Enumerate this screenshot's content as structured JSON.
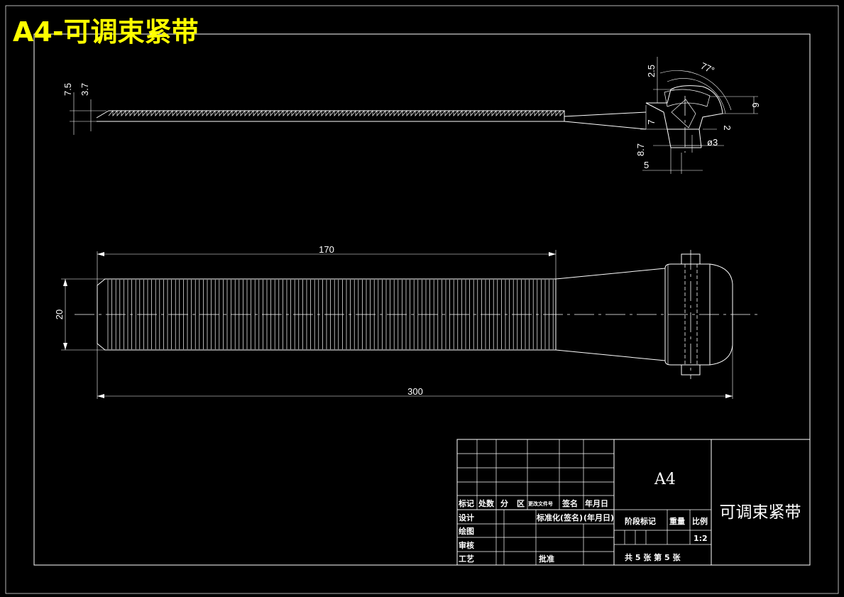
{
  "banner": {
    "title": "A4-可调束紧带"
  },
  "side_view": {
    "dims": {
      "d75": "7.5",
      "d37": "3.7",
      "d25": "2.5",
      "angle": "77°",
      "d6": "6",
      "d7": "7",
      "d2": "2",
      "d87": "8.7",
      "phi3": "ø3",
      "d5": "5"
    }
  },
  "plan_view": {
    "dims": {
      "d170": "170",
      "d20": "20",
      "d300": "300"
    }
  },
  "title_block": {
    "row_label1": "标记",
    "row_label2": "处数",
    "row_label3": "分",
    "row_label4": "区",
    "row_label5": "更改文件号",
    "row_label6": "签名",
    "row_label7": "年月日",
    "design": "设计",
    "std": "标准化",
    "sign": "(签名)",
    "date": "(年月日)",
    "draw": "绘图",
    "check": "审核",
    "process": "工艺",
    "approve": "批准",
    "stage": "阶段标记",
    "weight": "重量",
    "scale_label": "比例",
    "scale": "1:2",
    "sheets": "共 5 张 第 5 张",
    "paper": "A4",
    "part_name": "可调束紧带"
  }
}
